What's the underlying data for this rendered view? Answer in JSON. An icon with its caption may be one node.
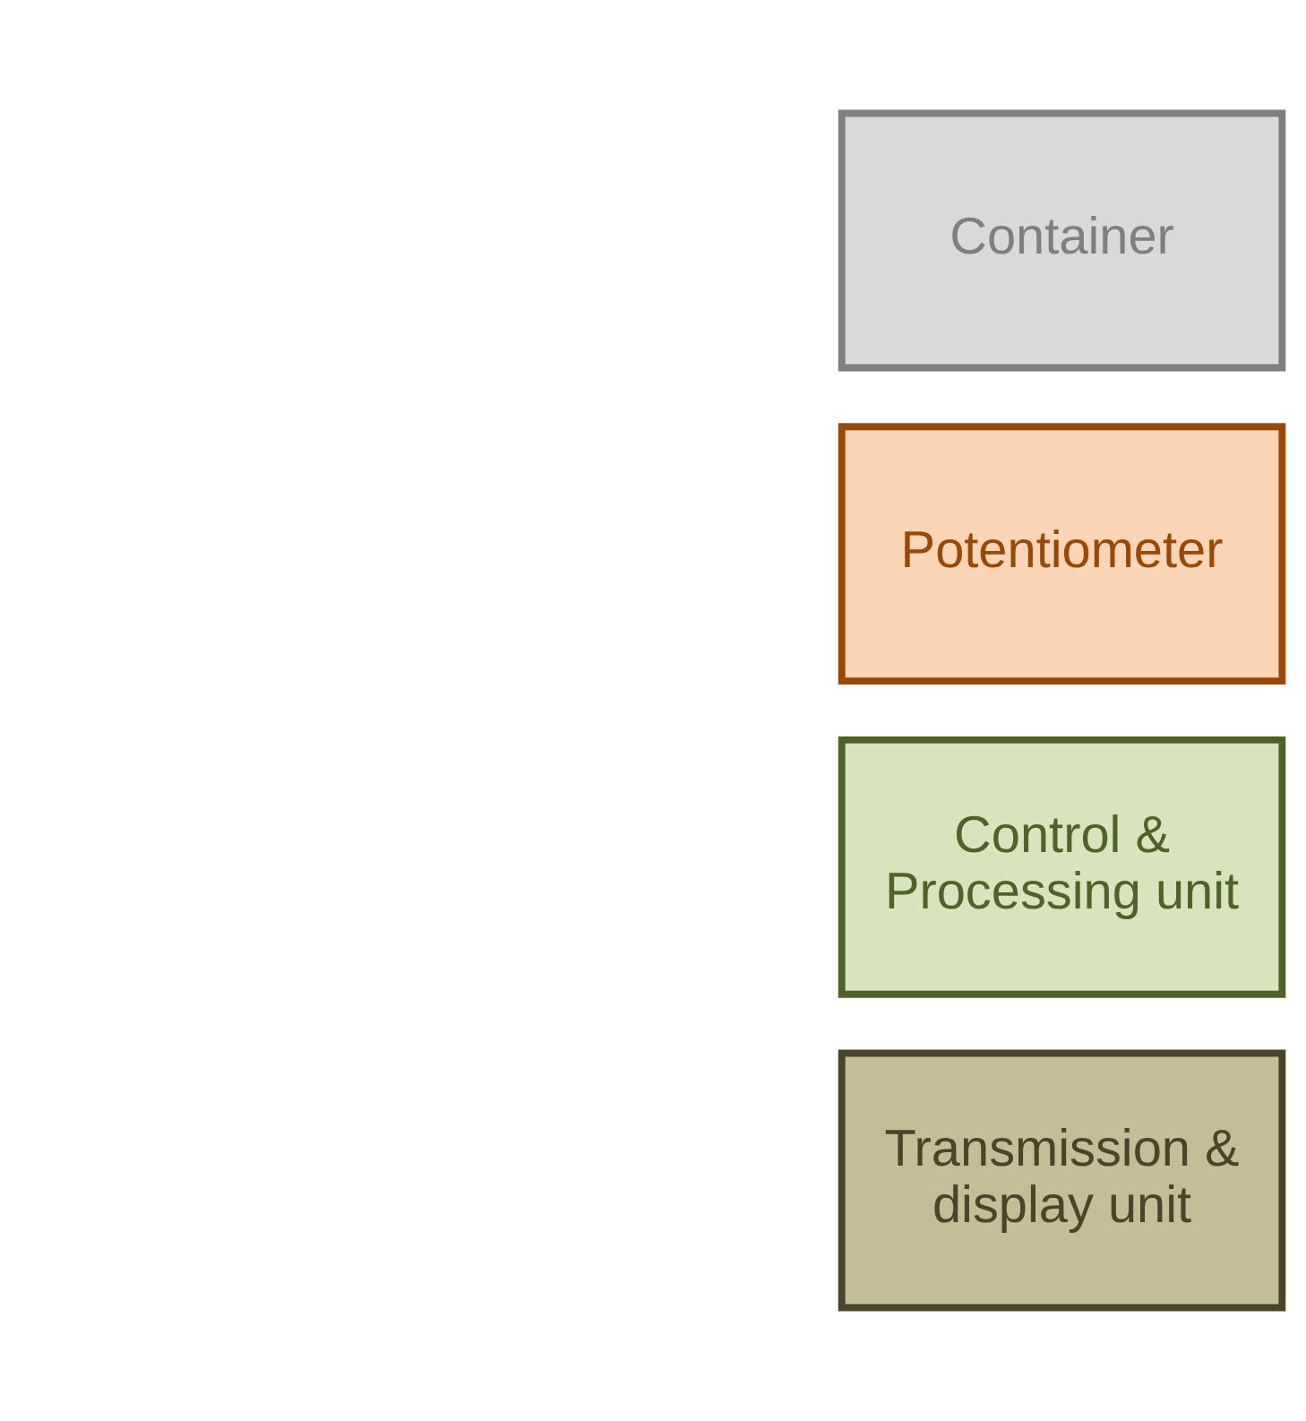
{
  "diagram": {
    "nodes": [
      {
        "text": [
          "Container"
        ]
      },
      {
        "text": [
          "Potentiometer"
        ]
      },
      {
        "text": [
          "Control & Processing unit"
        ]
      },
      {
        "text": [
          "Transmission & display unit"
        ]
      }
    ],
    "edges": []
  }
}
